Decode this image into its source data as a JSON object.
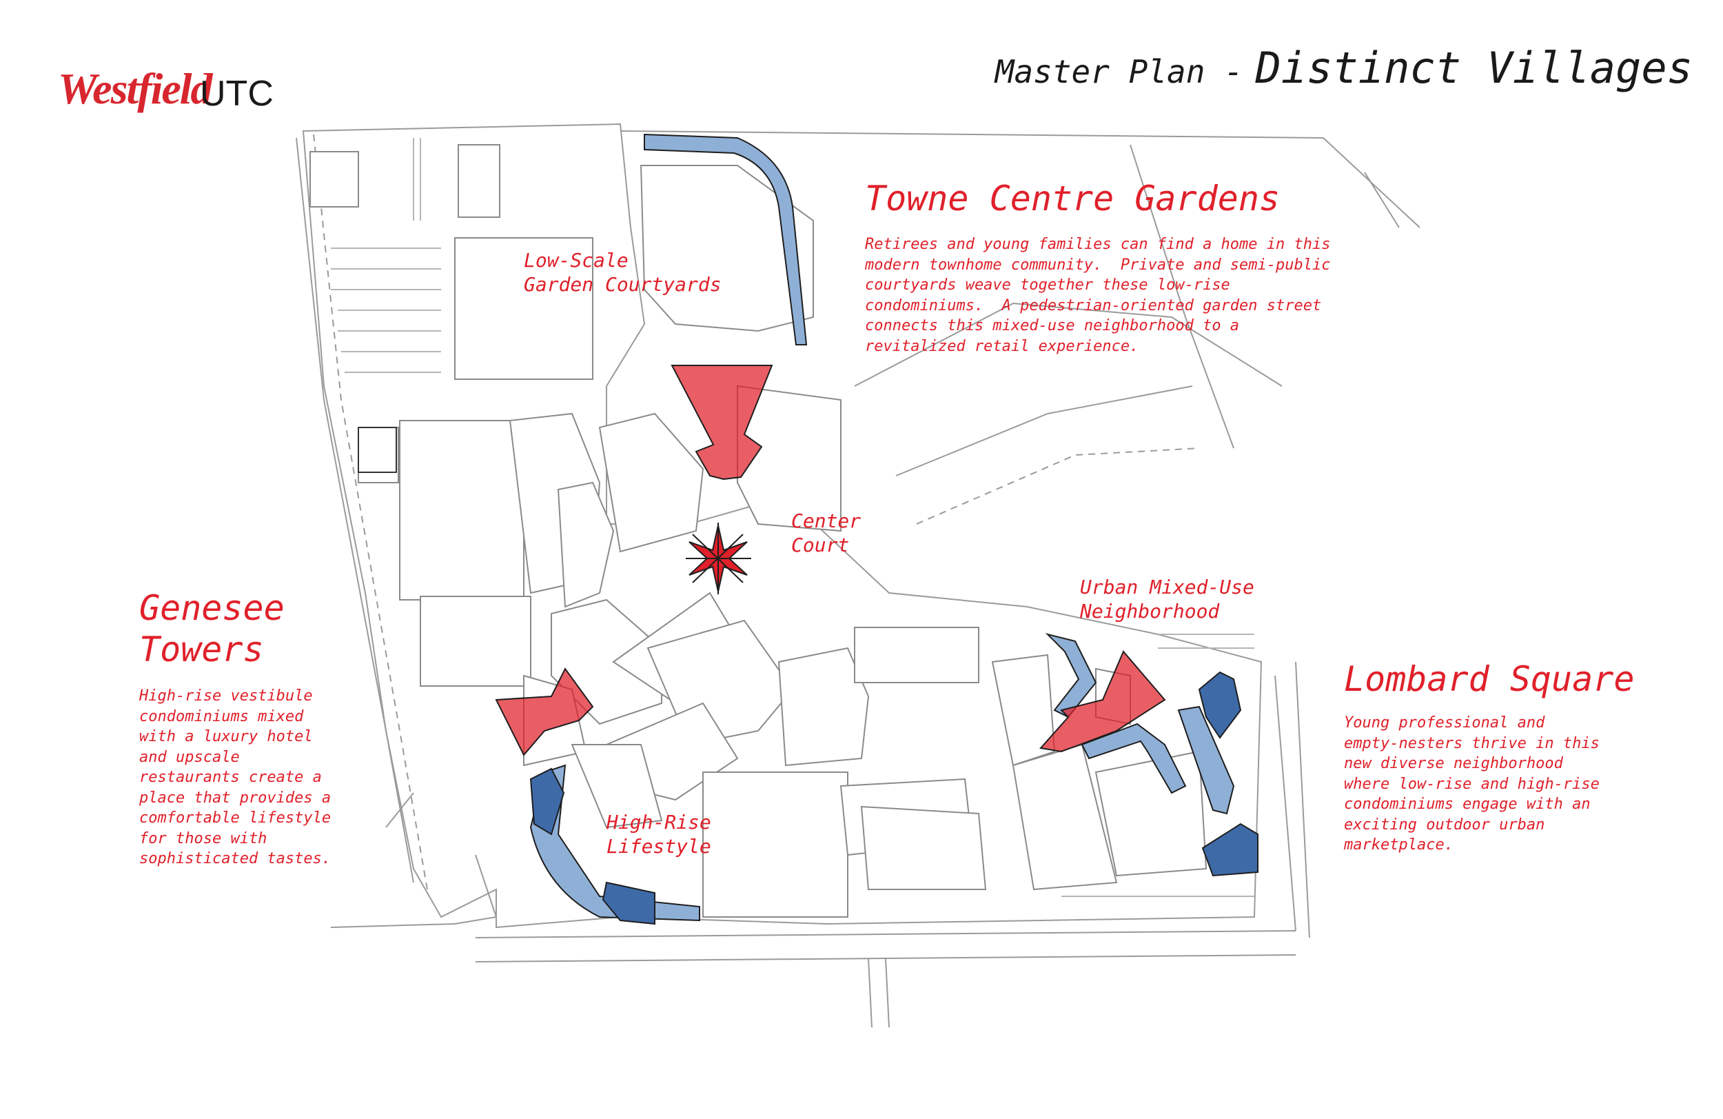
{
  "logo": {
    "brand": "Westfield",
    "sub": "UTC"
  },
  "title": {
    "prefix": "Master Plan -",
    "main": "Distinct Villages"
  },
  "villages": {
    "towne_centre": {
      "heading": "Towne Centre Gardens",
      "description": "Retirees and young families can find a home in this\nmodern townhome community.  Private and semi-public\ncourtyards weave together these low-rise\ncondominiums.  A pedestrian-oriented garden street\nconnects this mixed-use neighborhood to a\nrevitalized retail experience."
    },
    "genesee": {
      "heading": "Genesee\nTowers",
      "description": "High-rise vestibule\ncondominiums mixed\nwith a luxury hotel\nand upscale\nrestaurants create a\nplace that provides a\ncomfortable lifestyle\nfor those with\nsophisticated tastes."
    },
    "lombard": {
      "heading": "Lombard Square",
      "description": "Young professional and\nempty-nesters thrive in this\nnew diverse neighborhood\nwhere low-rise and high-rise\ncondominiums engage with an\nexciting outdoor urban\nmarketplace."
    }
  },
  "map_labels": {
    "low_scale": "Low-Scale\nGarden Courtyards",
    "center_court": "Center\nCourt",
    "urban_mixed": "Urban Mixed-Use\nNeighborhood",
    "high_rise": "High-Rise\nLifestyle"
  },
  "colors": {
    "accent_red": "#e0202a",
    "light_blue": "#8fb0d6",
    "dark_blue": "#3e6aa8",
    "line_gray": "#9a9a9a"
  }
}
